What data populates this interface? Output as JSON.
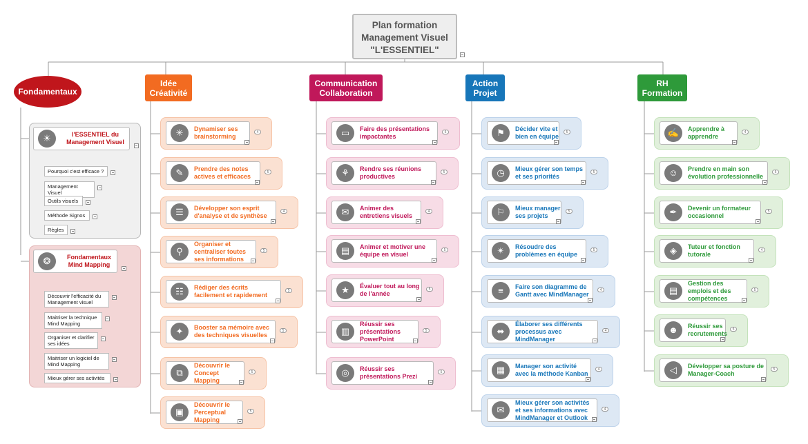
{
  "root": {
    "title": [
      "Plan formation",
      "Management Visuel",
      "\"L'ESSENTIEL\""
    ]
  },
  "colors": {
    "fondamentaux": "#c0161c",
    "creativite": "#f26b21",
    "communication": "#c0185a",
    "action": "#1776b9",
    "rh": "#2e9a3a"
  },
  "fondamentaux": {
    "label": "Fondamentaux",
    "groups": [
      {
        "title": "l'ESSENTIEL du Management Visuel",
        "icon": "lightbulb-icon",
        "items": [
          "Pourquoi c'est efficace ?",
          "Management Visuel",
          "Outils visuels",
          "Méthode Signos",
          "Règles"
        ]
      },
      {
        "title": "Fondamentaux Mind Mapping",
        "icon": "mindmap-icon",
        "items": [
          "Découvrir l'efficacité du Management visuel",
          "Maitriser la technique Mind Mapping",
          "Organiser et clarifier ses idées",
          "Maitriser un logiciel de Mind Mapping",
          "Mieux gérer ses activités"
        ]
      }
    ]
  },
  "branches": [
    {
      "key": "creativite",
      "label": [
        "Idée",
        "Créativité"
      ],
      "items": [
        {
          "text": "Dynamiser ses brainstorming",
          "icon": "brainstorm-icon",
          "badge": "4"
        },
        {
          "text": "Prendre des notes actives et efficaces",
          "icon": "notes-icon",
          "badge": "5"
        },
        {
          "text": "Développer son esprit d'analyse et de synthèse",
          "icon": "analysis-icon",
          "badge": "4"
        },
        {
          "text": "Organiser et centraliser toutes ses informations",
          "icon": "search-icon",
          "badge": "5"
        },
        {
          "text": "Rédiger des écrits facilement et rapidement",
          "icon": "document-icon",
          "badge": "5"
        },
        {
          "text": "Booster sa mémoire avec des techniques visuelles",
          "icon": "memory-icon",
          "badge": "5"
        },
        {
          "text": "Découvrir le Concept Mapping",
          "icon": "concept-map-icon",
          "badge": "5"
        },
        {
          "text": "Découvrir le Perceptual Mapping",
          "icon": "perceptual-map-icon",
          "badge": "5"
        }
      ]
    },
    {
      "key": "communication",
      "label": [
        "Communication",
        "Collaboration"
      ],
      "items": [
        {
          "text": "Faire des présentations impactantes",
          "icon": "presentation-icon",
          "badge": "5"
        },
        {
          "text": "Rendre ses réunions productives",
          "icon": "meeting-icon",
          "badge": "5"
        },
        {
          "text": "Animer des entretiens visuels",
          "icon": "interview-icon",
          "badge": "4"
        },
        {
          "text": "Animer et motiver une équipe en visuel",
          "icon": "team-board-icon",
          "badge": "5"
        },
        {
          "text": "Évaluer tout au long de l'année",
          "icon": "evaluation-icon",
          "badge": "5"
        },
        {
          "text": "Réussir ses présentations PowerPoint",
          "icon": "powerpoint-icon",
          "badge": "5"
        },
        {
          "text": "Réussir ses présentations Prezi",
          "icon": "prezi-icon",
          "badge": "5"
        }
      ]
    },
    {
      "key": "action",
      "label": [
        "Action",
        "Projet"
      ],
      "items": [
        {
          "text": "Décider vite et bien en équipe",
          "icon": "signpost-icon",
          "badge": "5"
        },
        {
          "text": "Mieux gérer son temps et ses priorités",
          "icon": "clock-icon",
          "badge": "5"
        },
        {
          "text": "Mieux manager ses projets",
          "icon": "flag-icon",
          "badge": "5"
        },
        {
          "text": "Résoudre des problèmes en équipe",
          "icon": "network-icon",
          "badge": "5"
        },
        {
          "text": "Faire son diagramme de Gantt avec MindManager",
          "icon": "gantt-icon",
          "badge": "4"
        },
        {
          "text": "Élaborer ses différents processus avec MindManager",
          "icon": "process-icon",
          "badge": "4"
        },
        {
          "text": "Manager son activité avec la méthode Kanban",
          "icon": "kanban-icon",
          "badge": "4"
        },
        {
          "text": "Mieux gérer son activités et ses informations avec MindManager et Outlook",
          "icon": "outlook-icon",
          "badge": "4"
        }
      ]
    },
    {
      "key": "rh",
      "label": [
        "RH",
        "Formation"
      ],
      "items": [
        {
          "text": "Apprendre à apprendre",
          "icon": "learn-icon",
          "badge": "4"
        },
        {
          "text": "Prendre en main son évolution professionnelle",
          "icon": "career-icon",
          "badge": "5"
        },
        {
          "text": "Devenir un formateur occasionnel",
          "icon": "trainer-icon",
          "badge": "5"
        },
        {
          "text": "Tuteur et fonction tutorale",
          "icon": "tutor-icon",
          "badge": "4"
        },
        {
          "text": "Gestion des emplois et des compétences",
          "icon": "briefcase-icon",
          "badge": "5"
        },
        {
          "text": "Réussir ses recrutements",
          "icon": "recruit-icon",
          "badge": "5"
        },
        {
          "text": "Développer sa posture de Manager-Coach",
          "icon": "megaphone-icon",
          "badge": "5"
        }
      ]
    }
  ]
}
